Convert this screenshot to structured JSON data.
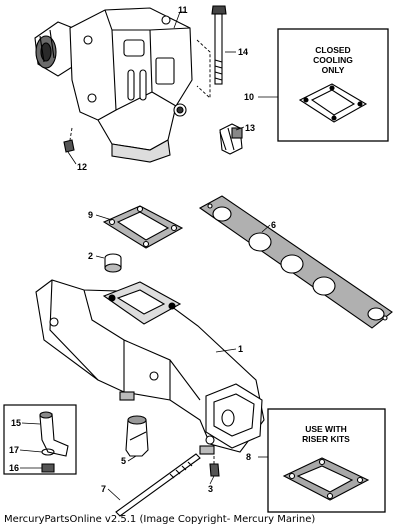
{
  "callouts": {
    "c1": "1",
    "c2": "2",
    "c3": "3",
    "c5": "5",
    "c6": "6",
    "c7": "7",
    "c8": "8",
    "c9": "9",
    "c10": "10",
    "c11": "11",
    "c12": "12",
    "c13": "13",
    "c14": "14",
    "c15": "15",
    "c16": "16",
    "c17": "17"
  },
  "boxes": {
    "closed_cooling": [
      "CLOSED",
      "COOLING",
      "ONLY"
    ],
    "riser_kits": [
      "USE WITH",
      "RISER KITS"
    ]
  },
  "footer": "MercuryPartsOnline v2.5.1 (Image Copyright- Mercury Marine)"
}
